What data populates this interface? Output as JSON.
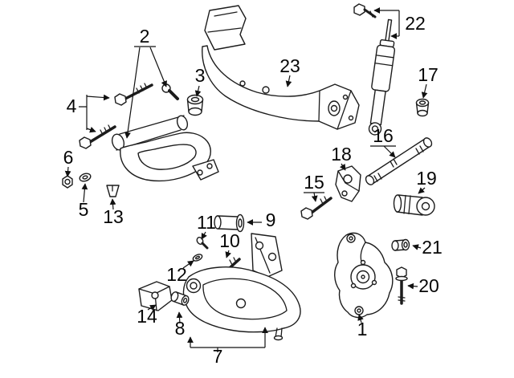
{
  "diagram": {
    "background_color": "#ffffff",
    "line_color": "#1c1c1c",
    "label_color": "#060606"
  },
  "labels": {
    "l1": "1",
    "l2": "2",
    "l3": "3",
    "l4": "4",
    "l5": "5",
    "l6": "6",
    "l7": "7",
    "l8": "8",
    "l9": "9",
    "l10": "10",
    "l11": "11",
    "l12": "12",
    "l13": "13",
    "l14": "14",
    "l15": "15",
    "l16": "16",
    "l17": "17",
    "l18": "18",
    "l19": "19",
    "l20": "20",
    "l21": "21",
    "l22": "22",
    "l23": "23"
  }
}
